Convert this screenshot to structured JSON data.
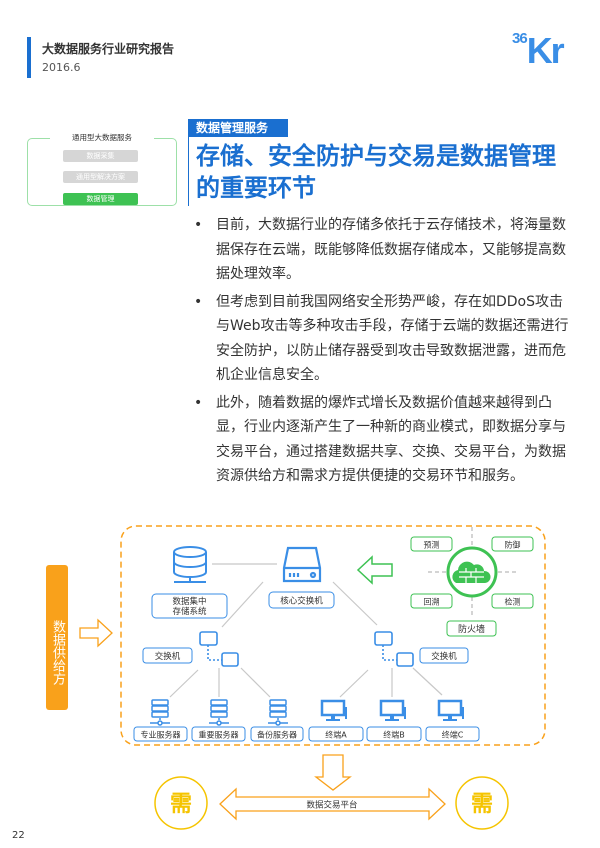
{
  "header": {
    "title": "大数据服务行业研究报告",
    "date": "2016.6",
    "logo_text": "36Kr",
    "logo_num": "36",
    "logo_letters": "Kr"
  },
  "nav": {
    "title": "通用型大数据服务",
    "items": [
      {
        "label": "数据采集",
        "active": false
      },
      {
        "label": "通用型解决方案",
        "active": false
      },
      {
        "label": "数据管理",
        "active": true
      }
    ]
  },
  "section": {
    "tag": "数据管理服务",
    "headline": "存储、安全防护与交易是数据管理的重要环节"
  },
  "bullets": {
    "marker": "•",
    "items": [
      "目前，大数据行业的存储多依托于云存储技术，将海量数据保存在云端，既能够降低数据存储成本，又能够提高数据处理效率。",
      "但考虑到目前我国网络安全形势严峻，存在如DDoS攻击与Web攻击等多种攻击手段，存储于云端的数据还需进行安全防护，以防止储存器受到攻击导致数据泄露，进而危机企业信息安全。",
      "此外，随着数据的爆炸式增长及数据价值越来越得到凸显，行业内逐渐产生了一种新的商业模式，即数据分享与交易平台，通过搭建数据共享、交换、交易平台，为数据资源供给方和需求方提供便捷的交易环节和服务。"
    ]
  },
  "diagram": {
    "supply_label": "数据供给方",
    "storage_line1": "数据集中",
    "storage_line2": "存储系统",
    "core_switch": "核心交换机",
    "switch_left": "交换机",
    "switch_right": "交换机",
    "servers": [
      "专业服务器",
      "重要服务器",
      "备份服务器"
    ],
    "terminals": [
      "终端A",
      "终端B",
      "终端C"
    ],
    "firewall": {
      "label": "防火墙",
      "functions": [
        "预测",
        "防御",
        "回溯",
        "检测"
      ]
    },
    "demand_left": "需",
    "demand_right": "需",
    "platform": "数据交易平台"
  },
  "colors": {
    "brand_blue": "#1a6fd0",
    "icon_blue": "#3a8ee6",
    "green": "#3ec253",
    "orange": "#f9a11b",
    "yellow": "#f5c400"
  },
  "page_number": "22"
}
